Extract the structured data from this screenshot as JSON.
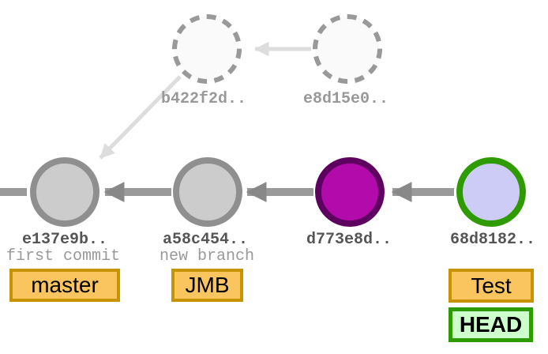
{
  "graph": {
    "ghost_commits": [
      {
        "id": "b422f2d.."
      },
      {
        "id": "e8d15e0.."
      }
    ],
    "commits": [
      {
        "id": "e137e9b..",
        "message": "first commit",
        "branch_label": "master"
      },
      {
        "id": "a58c454..",
        "message": "new branch",
        "branch_label": "JMB"
      },
      {
        "id": "d773e8d..",
        "message": ""
      },
      {
        "id": "68d8182..",
        "message": "",
        "branch_label": "Test",
        "head_label": "HEAD"
      }
    ]
  },
  "colors": {
    "commit_fill_gray": "#cccccc",
    "commit_border_gray": "#8f8f8f",
    "commit_fill_purple": "#b30aab",
    "commit_border_purple": "#5e0060",
    "commit_fill_lavender": "#cdccf6",
    "commit_border_green": "#2e9b00",
    "ghost_fill": "#fafafa",
    "ghost_stroke": "#999999",
    "arrow_line": "#9a9a9a",
    "arrow_head": "#888888",
    "arrow_faded": "#dddddd",
    "id_text": "#555555",
    "message_text": "#999999",
    "ghost_text": "#999999",
    "badge_branch_fill": "#fac55f",
    "badge_branch_border": "#c89300",
    "badge_head_fill": "#ccffcc",
    "badge_head_border": "#2e9b00"
  }
}
